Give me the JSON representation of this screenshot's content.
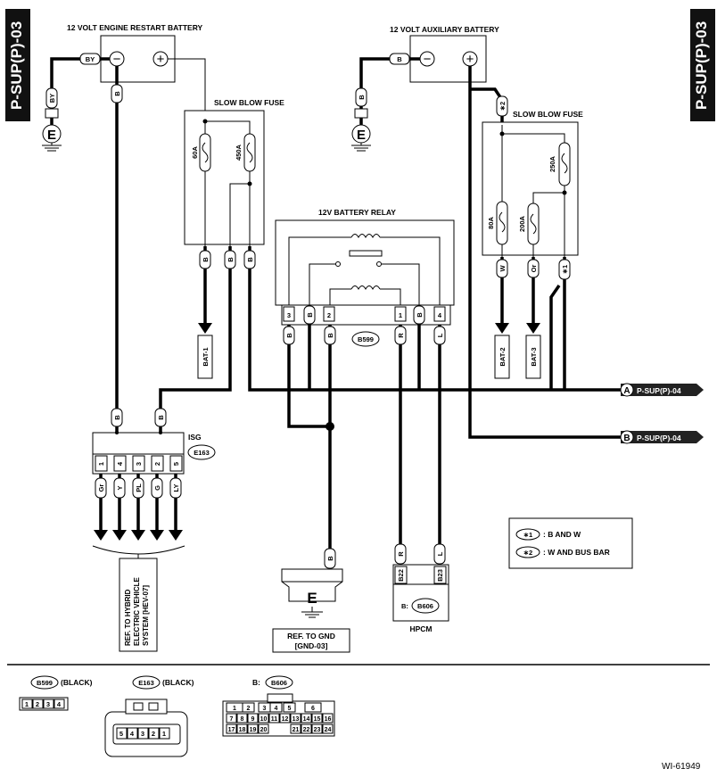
{
  "page_ref": "P-SUP(P)-03",
  "batteries": {
    "restart": "12 VOLT ENGINE RESTART BATTERY",
    "auxiliary": "12 VOLT AUXILIARY BATTERY",
    "minus": "−",
    "plus": "+"
  },
  "fuses": {
    "left_title": "SLOW BLOW FUSE",
    "right_title": "SLOW BLOW FUSE",
    "f60": "60A",
    "f450": "450A",
    "f80": "80A",
    "f200": "200A",
    "f250": "250A"
  },
  "relay": {
    "title": "12V BATTERY RELAY",
    "connector": "B599",
    "pins": [
      "3",
      "2",
      "1",
      "4"
    ]
  },
  "isg": {
    "title": "ISG",
    "connector": "E163",
    "pins": [
      "1",
      "4",
      "3",
      "2",
      "5"
    ],
    "wires": [
      "Gr",
      "Y",
      "PL",
      "G",
      "LY"
    ]
  },
  "ref_hybrid": "REF. TO HYBRID ELECTRIC VEHICLE SYSTEM [HEV-07]",
  "ground": {
    "symbol": "E",
    "ref_line1": "REF. TO GND",
    "ref_line2": "[GND-03]"
  },
  "hpcm": {
    "title": "HPCM",
    "connector": "B606",
    "prefix": "B:",
    "pins": [
      "B22",
      "B23"
    ]
  },
  "bat_refs": [
    "BAT-1",
    "BAT-2",
    "BAT-3"
  ],
  "wire_colors": {
    "by": "BY",
    "b": "B",
    "r": "R",
    "l": "L",
    "w": "W",
    "or": "Or",
    "star1": "∗1",
    "star2": "∗2"
  },
  "offpage": [
    {
      "letter": "A",
      "ref": "P-SUP(P)-04"
    },
    {
      "letter": "B",
      "ref": "P-SUP(P)-04"
    }
  ],
  "legend": [
    {
      "key": "∗1",
      "text": ": B AND W"
    },
    {
      "key": "∗2",
      "text": ": W AND BUS BAR"
    }
  ],
  "connectors_bottom": {
    "b599": {
      "name": "B599",
      "color": "(BLACK)",
      "pins": [
        "1",
        "2",
        "3",
        "4"
      ]
    },
    "e163": {
      "name": "E163",
      "color": "(BLACK)",
      "pins": [
        "5",
        "4",
        "3",
        "2",
        "1"
      ]
    },
    "b606": {
      "prefix": "B:",
      "name": "B606",
      "row1": [
        "1",
        "2",
        "3",
        "4",
        "5",
        "6"
      ],
      "row2": [
        "7",
        "8",
        "9",
        "10",
        "11",
        "12",
        "13",
        "14",
        "15",
        "16"
      ],
      "row3": [
        "17",
        "18",
        "19",
        "20",
        "21",
        "22",
        "23",
        "24"
      ]
    }
  },
  "figure_id": "WI-61949"
}
